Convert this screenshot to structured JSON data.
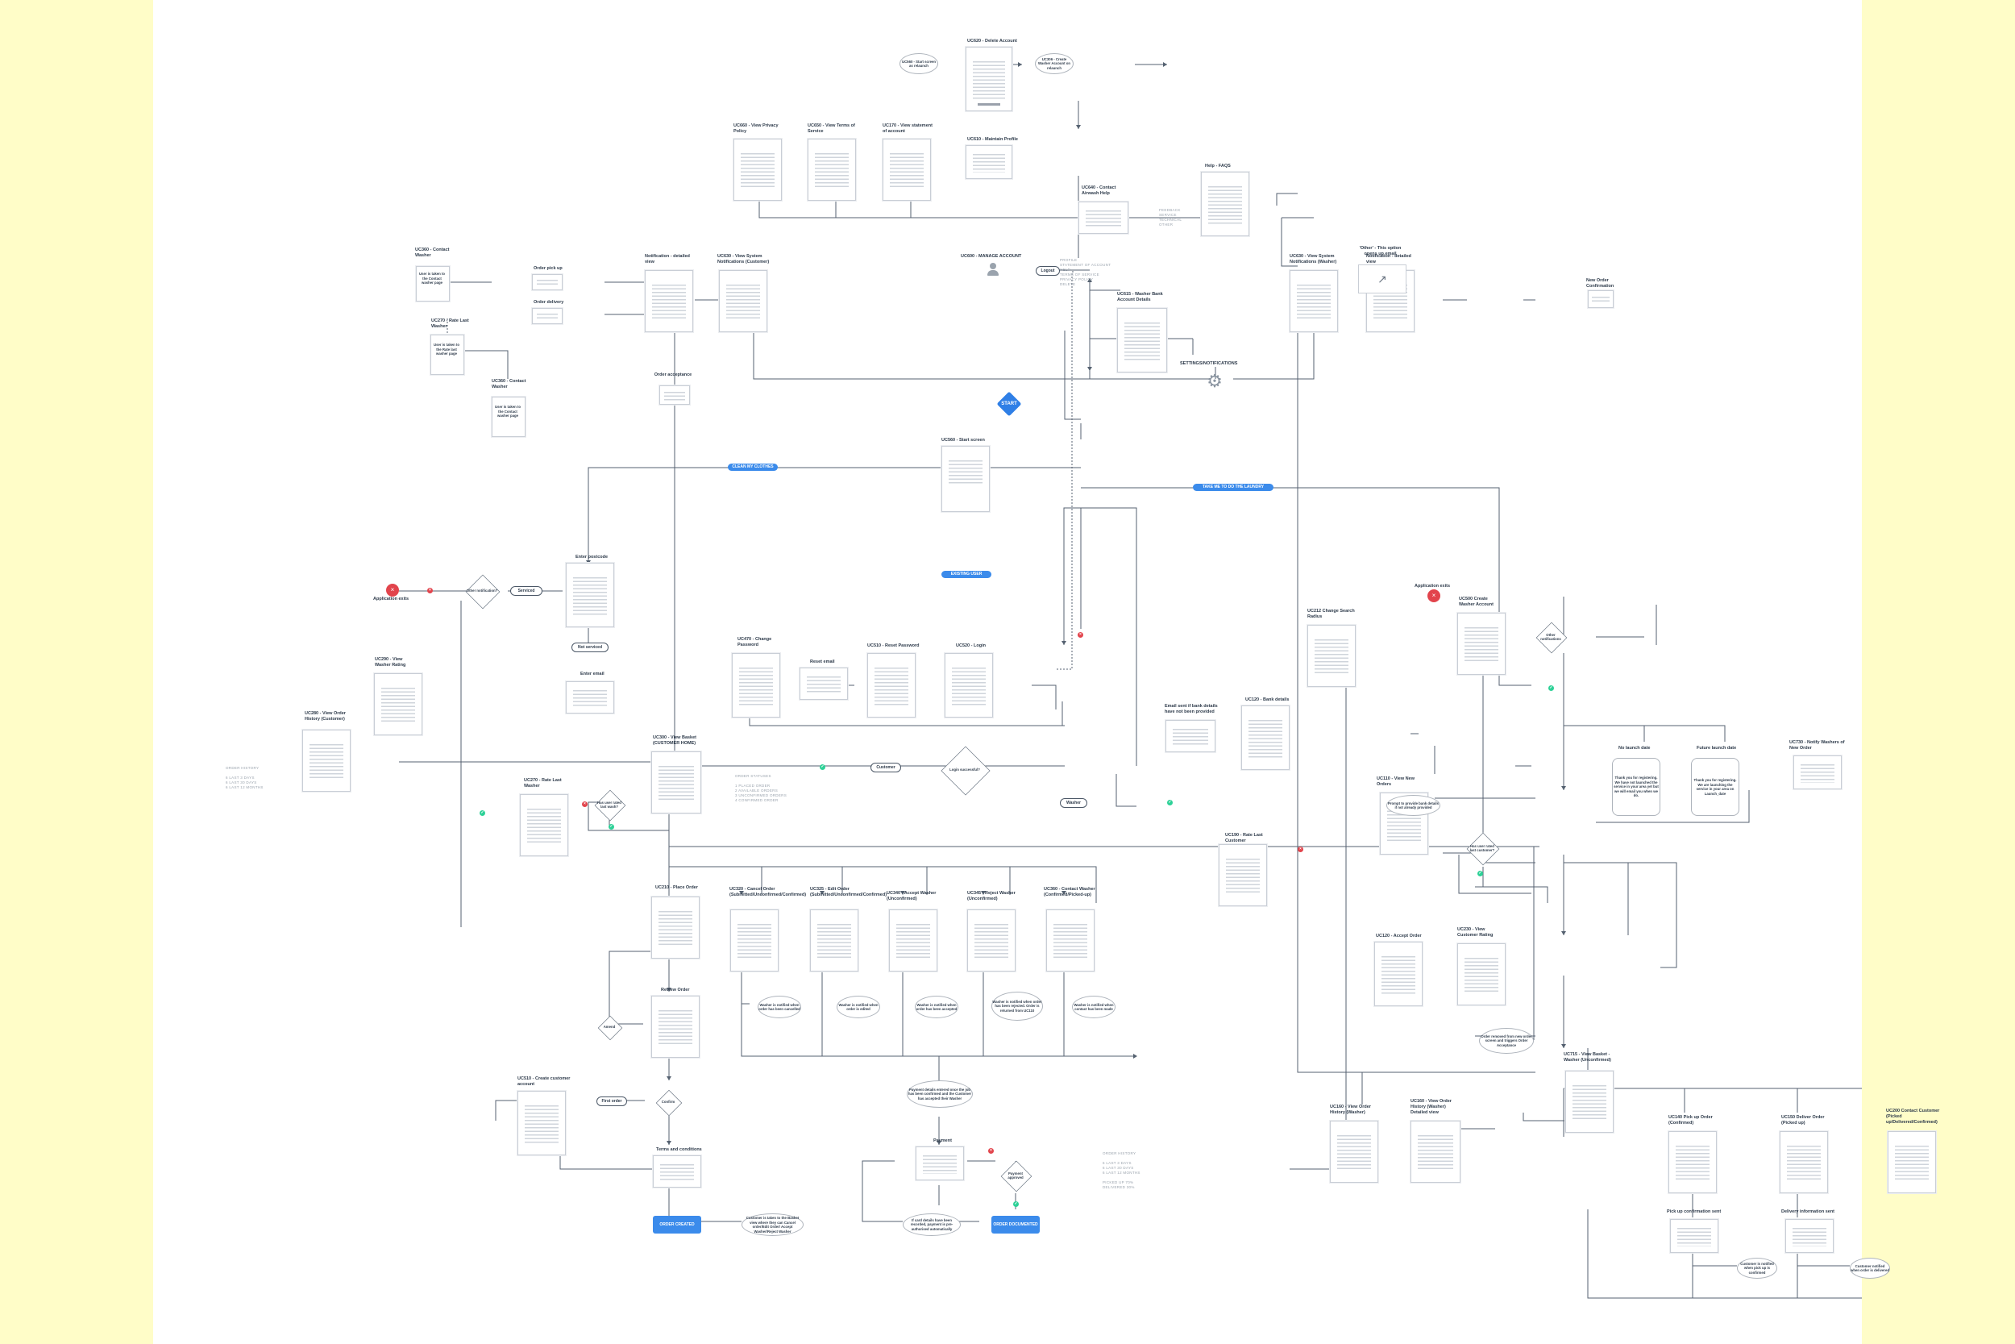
{
  "screens": [
    {
      "id": "s1",
      "label": "UC620 - Delete Account"
    },
    {
      "id": "s2",
      "label": "UC610 - Maintain Profile"
    },
    {
      "id": "s3",
      "label": "UC660 - View Privacy Policy"
    },
    {
      "id": "s4",
      "label": "UC650 - View Terms of Service"
    },
    {
      "id": "s5",
      "label": "UC170 - View statement of account"
    },
    {
      "id": "s6",
      "label": "UC640 - Contact Airwash Help"
    },
    {
      "id": "s7",
      "label": "Help - FAQS"
    },
    {
      "id": "s8",
      "label": "UC615 - Washer Bank Account Details"
    },
    {
      "id": "s9",
      "label": "Notification - detailed view"
    },
    {
      "id": "s10",
      "label": "UC630 - View System Notifications (Customer)"
    },
    {
      "id": "s11",
      "label": "UC630 - View System Notifications (Washer)"
    },
    {
      "id": "s12",
      "label": "Notification - detailed view"
    },
    {
      "id": "s13",
      "label": "UC560 - Start screen"
    },
    {
      "id": "s14",
      "label": "Enter postcode"
    },
    {
      "id": "s15",
      "label": "UC470 - Change Password"
    },
    {
      "id": "s16",
      "label": "UC510 - Reset Password"
    },
    {
      "id": "s17",
      "label": "UC520 - Login"
    },
    {
      "id": "s18",
      "label": "UC290 - View Washer Rating"
    },
    {
      "id": "s19",
      "label": "UC280 - View Order History (Customer)"
    },
    {
      "id": "s20",
      "label": "UC300 - View Basket (CUSTOMER HOME)"
    },
    {
      "id": "s21",
      "label": "UC270 - Rate Last Washer"
    },
    {
      "id": "s22",
      "label": "UC210 - Place Order"
    },
    {
      "id": "s23",
      "label": "UC320 - Cancel Order (Submitted/Unconfirmed/Confirmed)"
    },
    {
      "id": "s24",
      "label": "UC325 - Edit Order (Submitted/Unconfirmed/Confirmed)"
    },
    {
      "id": "s25",
      "label": "UC340 - Accept Washer (Unconfirmed)"
    },
    {
      "id": "s26",
      "label": "UC345 - Reject Washer (Unconfirmed)"
    },
    {
      "id": "s27",
      "label": "UC360 - Contact Washer (Confirmed/Picked-up)"
    },
    {
      "id": "s28",
      "label": "Review Order"
    },
    {
      "id": "s29",
      "label": "UC510 - Create customer account"
    },
    {
      "id": "s30",
      "label": "Terms and conditions"
    },
    {
      "id": "s31",
      "label": "Payment"
    },
    {
      "id": "s32",
      "label": "UC500 Create Washer Account"
    },
    {
      "id": "s33",
      "label": "UC212 Change Search Radius"
    },
    {
      "id": "s34",
      "label": "UC120 - Bank details"
    },
    {
      "id": "s35",
      "label": "UC110 - View New Orders"
    },
    {
      "id": "s36",
      "label": "UC190 - Rate Last Customer"
    },
    {
      "id": "s37",
      "label": "UC120 - Accept Order"
    },
    {
      "id": "s38",
      "label": "UC230 - View Customer Rating"
    },
    {
      "id": "s39",
      "label": "UC715 - View Basket - Washer (Unconfirmed)"
    },
    {
      "id": "s40",
      "label": "UC160 - View Order History (Washer)"
    },
    {
      "id": "s41",
      "label": "UC160 - View Order History (Washer) Detailed view"
    },
    {
      "id": "s42",
      "label": "UC140 Pick up Order (Confirmed)"
    },
    {
      "id": "s43",
      "label": "UC150 Deliver Order (Picked up)"
    },
    {
      "id": "s44",
      "label": "UC200 Contact Customer (Picked up/Delivered/Confirmed)"
    },
    {
      "id": "s45",
      "label": "No launch date"
    },
    {
      "id": "s46",
      "label": "Future launch date"
    },
    {
      "id": "s47",
      "label": "UC730 - Notify Washers of New Order"
    },
    {
      "id": "s48",
      "label": "UC360 - Contact Washer"
    },
    {
      "id": "s49",
      "label": "UC270 - Rate Last Washer"
    },
    {
      "id": "s50",
      "label": "UC360 - Contact Washer"
    },
    {
      "id": "s51",
      "label": "Order pick up"
    },
    {
      "id": "s52",
      "label": "Order delivery"
    },
    {
      "id": "s53",
      "label": "Order acceptance"
    },
    {
      "id": "s54",
      "label": "Enter email"
    },
    {
      "id": "s55",
      "label": "Reset email"
    },
    {
      "id": "s56",
      "label": "Email sent if bank details have not been provided"
    },
    {
      "id": "s57",
      "label": "Pick up confirmation sent"
    },
    {
      "id": "s58",
      "label": "Delivery information sent"
    },
    {
      "id": "s59",
      "label": "New Order Confirmation"
    }
  ],
  "texts": [
    {
      "id": "t1",
      "text": "UC600 - MANAGE ACCOUNT"
    },
    {
      "id": "t2",
      "text": "SETTINGS/NOTIFICATIONS"
    },
    {
      "id": "t3",
      "text": "Application exits"
    },
    {
      "id": "t4",
      "text": "Application exits"
    }
  ],
  "notes": [
    {
      "id": "n1",
      "text": "PROFILE\nSTATEMENT OF ACCOUNT\nHELP\nTERMS OF SERVICE\nPRIVACY POLICY\nDELETE"
    },
    {
      "id": "n2",
      "text": "FEEDBACK\nSERVICE\nTECHNICAL\nOTHER"
    },
    {
      "id": "n3",
      "text": "ORDER HISTORY\n\n6 LAST 3 DAYS\n6 LAST 30 DAYS\n6 LAST 12 MONTHS"
    },
    {
      "id": "n4",
      "text": "ORDER STATUSES\n\n1 PLACED ORDER\n2 AVAILABLE ORDERS\n3 UNCONFIRMED ORDERS\n4 CONFIRMED ORDER"
    },
    {
      "id": "n5",
      "text": "ORDER HISTORY\n\n6 LAST 3 DAYS\n6 LAST 30 DAYS\n6 LAST 12 MONTHS\n\nPICKED UP 70%\nDELIVERED 30%"
    }
  ],
  "ovals": [
    {
      "id": "o1",
      "text": "UC560 - Start screen as relaunch"
    },
    {
      "id": "o2",
      "text": "UC306 - Create Washer Account on relaunch"
    },
    {
      "id": "o3",
      "text": "Washer is notified when order has been cancelled"
    },
    {
      "id": "o4",
      "text": "Washer is notified when order is edited"
    },
    {
      "id": "o5",
      "text": "Washer is notified when order has been accepted"
    },
    {
      "id": "o6",
      "text": "Washer is notified when order has been rejected. Order is returned from UC110"
    },
    {
      "id": "o7",
      "text": "Washer is notified when contact has been made"
    },
    {
      "id": "o8",
      "text": "Customer is taken to the Basket view where they can Cancel order/Edit Order/ Accept Washer/Reject Washer"
    },
    {
      "id": "o9",
      "text": "Payment details entered once the job has been confirmed and the Customer has accepted their Washer"
    },
    {
      "id": "o10",
      "text": "If card details have been recorded, payment is pre-authorised automatically"
    },
    {
      "id": "o11",
      "text": "Thank you for registering. We have not launched the service in your area yet but we will email you when we do."
    },
    {
      "id": "o12",
      "text": "Thank you for registering. We are launching the service in your area on Launch_date"
    },
    {
      "id": "o13",
      "text": "Prompt to provide bank details if not already provided"
    },
    {
      "id": "o14",
      "text": "Order removed from new order screen and triggers Order Acceptance"
    },
    {
      "id": "o15",
      "text": "Customer is notified when pick up is confirmed"
    },
    {
      "id": "o16",
      "text": "Customer notified when order is delivered"
    },
    {
      "id": "o17",
      "text": "'Other' - This option opens up email"
    },
    {
      "id": "o18",
      "text": "User is taken to the Contact washer page"
    },
    {
      "id": "o19",
      "text": "User is taken to the Rate last washer page"
    },
    {
      "id": "o20",
      "text": "User is taken to the Contact washer page"
    }
  ],
  "pills": [
    {
      "id": "p1",
      "text": "Logout"
    },
    {
      "id": "p2",
      "text": "Serviced"
    },
    {
      "id": "p3",
      "text": "Not serviced"
    },
    {
      "id": "p4",
      "text": "Customer"
    },
    {
      "id": "p5",
      "text": "Washer"
    },
    {
      "id": "p6",
      "text": "First order"
    }
  ],
  "bluepills": [
    {
      "id": "b1",
      "text": "CLEAN MY CLOTHES"
    },
    {
      "id": "b2",
      "text": "TAKE ME TO DO THE LAUNDRY"
    },
    {
      "id": "b3",
      "text": "EXISTING USER"
    },
    {
      "id": "b4",
      "text": "ORDER CREATED"
    },
    {
      "id": "b5",
      "text": "ORDER DOCUMENTED"
    }
  ],
  "diamonds": [
    {
      "id": "d1",
      "text": "Other notification?"
    },
    {
      "id": "d2",
      "text": "Login successful?"
    },
    {
      "id": "d3",
      "text": "Has user rated last wash?"
    },
    {
      "id": "d4",
      "text": "Has user rated last customer?"
    },
    {
      "id": "d5",
      "text": "Amend"
    },
    {
      "id": "d6",
      "text": "Confirm"
    },
    {
      "id": "d7",
      "text": "Payment approved"
    },
    {
      "id": "d8",
      "text": "Other notifications"
    }
  ],
  "start": {
    "text": "START"
  },
  "colors": {
    "accent": "#3b8beb",
    "yes": "#2dd197",
    "no": "#e2444c",
    "side": "#fffdc8"
  }
}
